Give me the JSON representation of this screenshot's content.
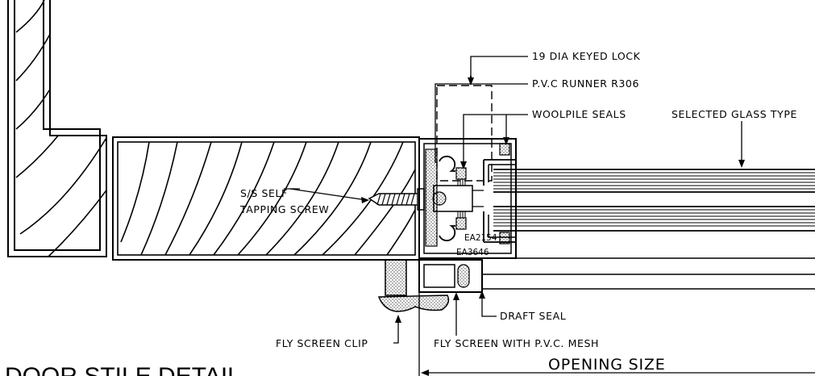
{
  "title": "DOOR STILE DETAIL",
  "labels": {
    "keyed_lock": "19 DIA KEYED LOCK",
    "pvc_runner": "P.V.C RUNNER R306",
    "woolpile_seals": "WOOLPILE SEALS",
    "selected_glass": "SELECTED GLASS TYPE",
    "screw_line1": "S/S SELF",
    "screw_line2": "TAPPING SCREW",
    "profile_1": "EA2154",
    "profile_2": "EA3646",
    "draft_seal": "DRAFT SEAL",
    "fly_screen_clip": "FLY SCREEN CLIP",
    "fly_screen_mesh": "FLY SCREEN WITH P.V.C. MESH",
    "opening_size": "OPENING SIZE"
  },
  "colors": {
    "line": "#000000",
    "background": "#ffffff"
  }
}
